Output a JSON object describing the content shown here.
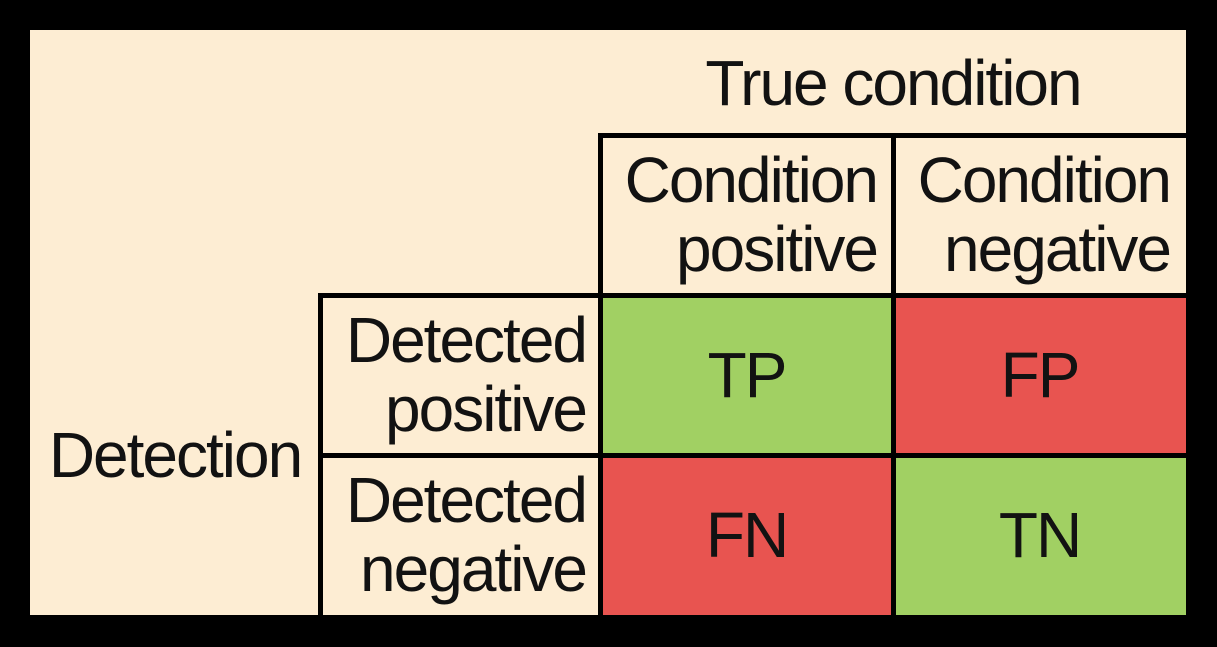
{
  "figure": {
    "column_axis_title": "True condition",
    "row_axis_title": "Detection",
    "column_headers": [
      "Condition\npositive",
      "Condition\nnegative"
    ],
    "row_headers": [
      "Detected\npositive",
      "Detected\nnegative"
    ],
    "cells": {
      "tp": "TP",
      "fp": "FP",
      "fn": "FN",
      "tn": "TN"
    },
    "colors": {
      "outer_background": "#000000",
      "panel_background": "#FDEDD3",
      "correct_cell_green": "#A1D063",
      "error_cell_red": "#E85450",
      "grid_border": "#000000",
      "text": "#121212"
    }
  }
}
